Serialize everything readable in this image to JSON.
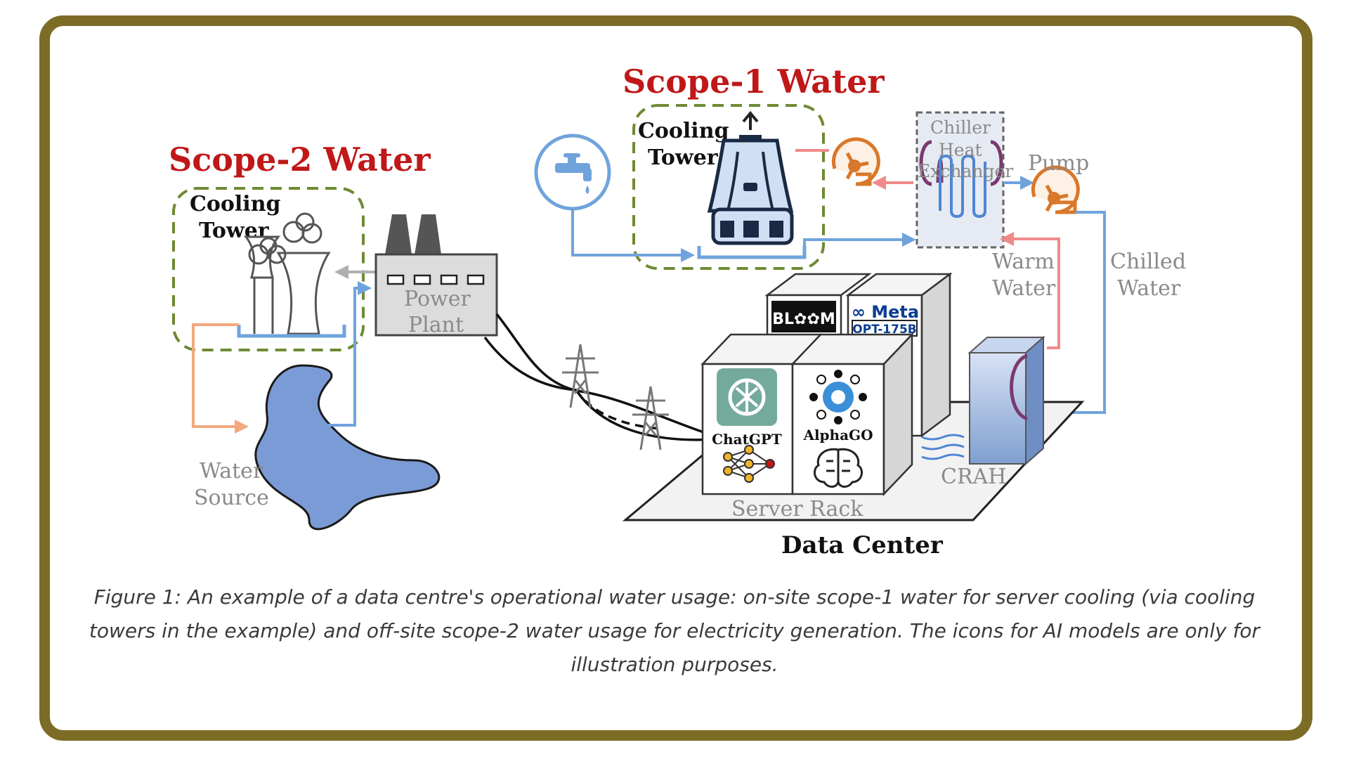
{
  "colors": {
    "frame_border": "#7d6c26",
    "scope_title": "#c01818",
    "cold_water": "#6fa3dc",
    "warm_water": "#f08a8a",
    "source_water": "#f2a87e",
    "dashed_box": "#6f8a33",
    "lake": "#7b9bd6",
    "pump": "#d9772a"
  },
  "scope2": {
    "title": "Scope-2 Water",
    "tower_line1": "Cooling",
    "tower_line2": "Tower"
  },
  "scope1": {
    "title": "Scope-1 Water",
    "tower_line1": "Cooling",
    "tower_line2": "Tower"
  },
  "power_plant": {
    "line1": "Power",
    "line2": "Plant"
  },
  "water_source": {
    "line1": "Water",
    "line2": "Source"
  },
  "chiller": {
    "line1": "Chiller",
    "line2": "Heat",
    "line3": "Exchanger"
  },
  "pump_label": "Pump",
  "warm_water": {
    "line1": "Warm",
    "line2": "Water"
  },
  "chilled_water": {
    "line1": "Chilled",
    "line2": "Water"
  },
  "crah_label": "CRAH",
  "server_rack_label": "Server Rack",
  "data_center_label": "Data Center",
  "ai_models": {
    "chatgpt": "ChatGPT",
    "alphago": "AlphaGO",
    "bloom": "BL✿✿M",
    "meta": "∞ Meta",
    "opt": "OPT-175B"
  },
  "icons": [
    "water-tap-icon",
    "cooling-tower-icon",
    "power-plant-icon",
    "transmission-tower-icon",
    "pump-icon",
    "heat-exchanger-icon",
    "neural-network-icon",
    "brain-circuit-icon",
    "chatgpt-logo-icon",
    "alphago-logo-icon",
    "lake-icon"
  ],
  "caption": "Figure 1: An example of a data centre's operational water usage: on-site scope-1 water for server cooling (via cooling towers in the example) and off-site scope-2 water usage for electricity generation. The icons for AI models are only for illustration purposes."
}
